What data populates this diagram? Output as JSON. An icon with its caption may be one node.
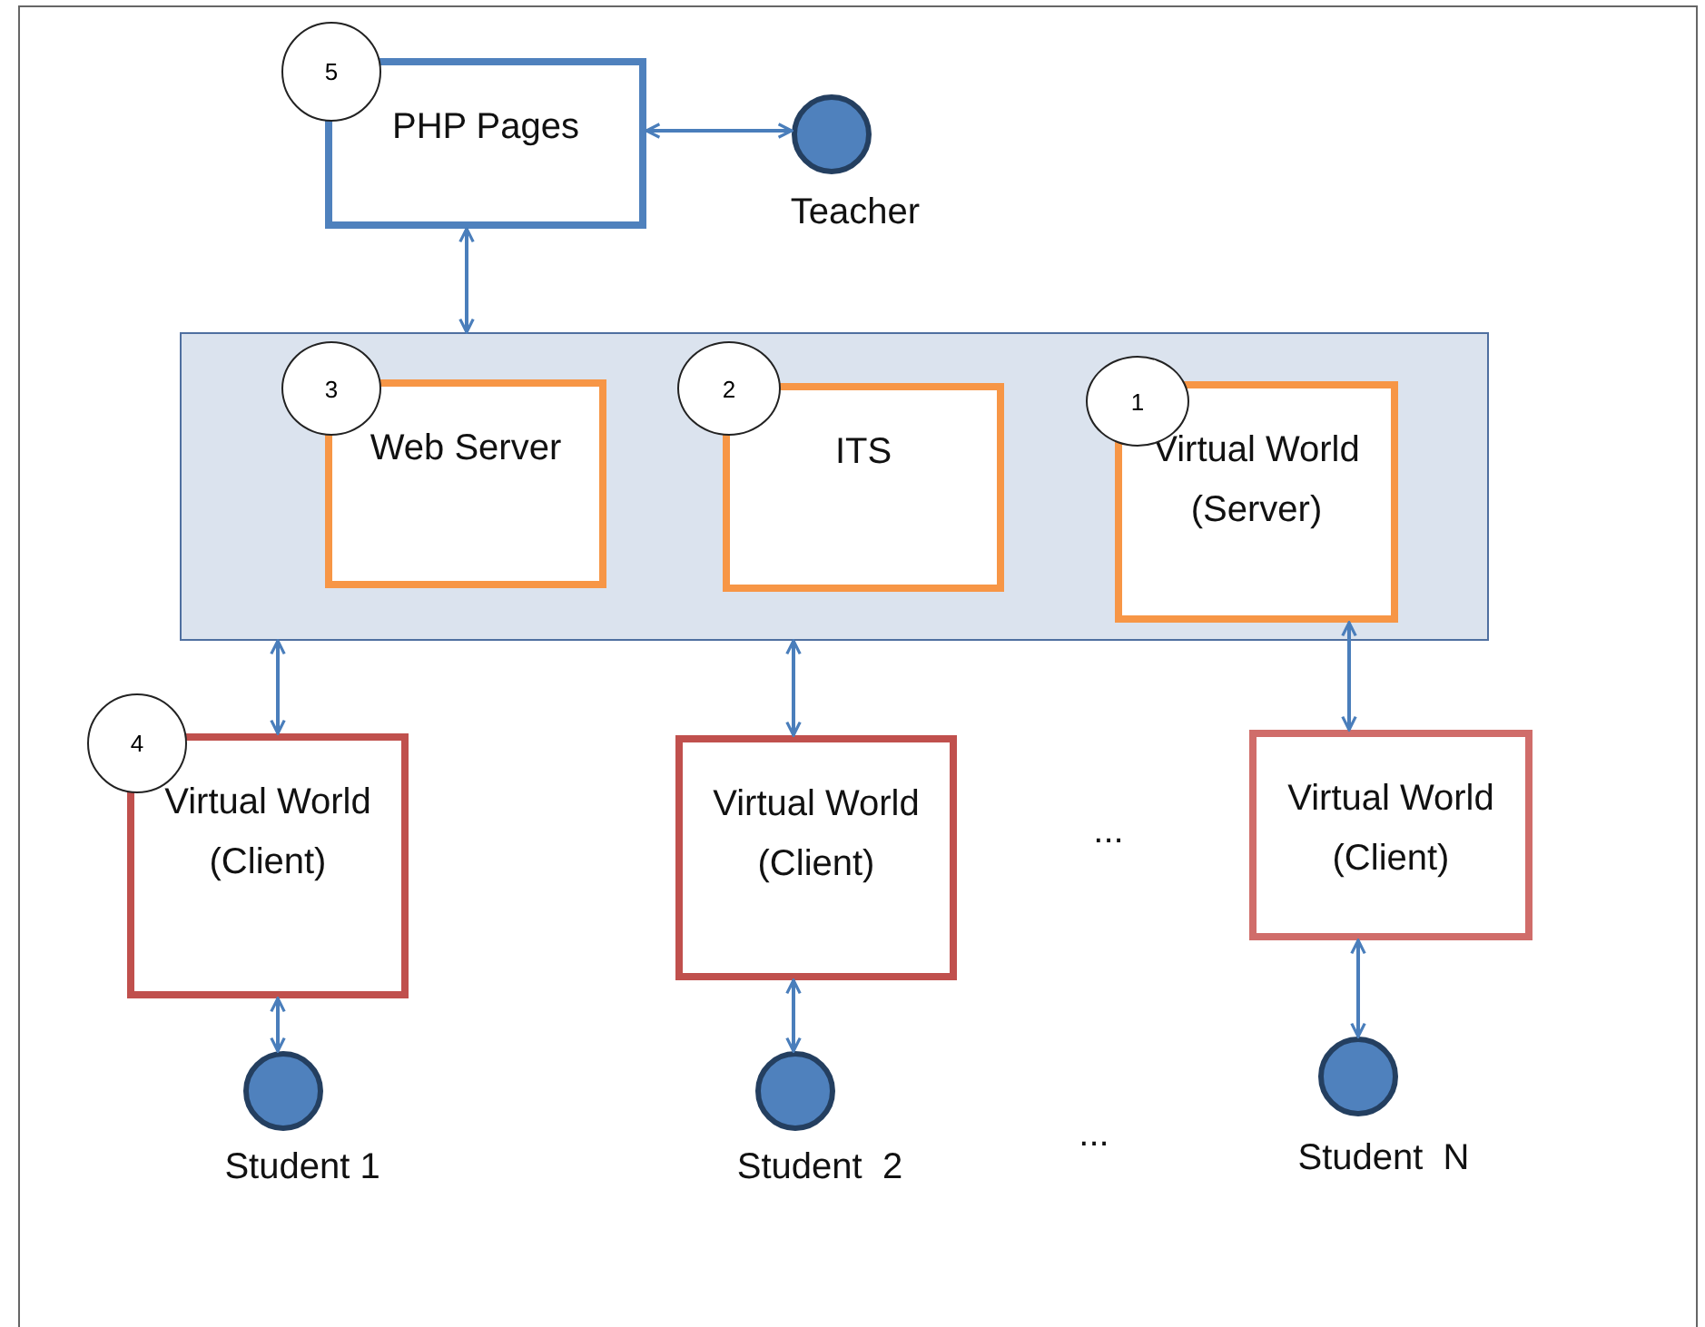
{
  "diagram": {
    "nodes": [
      {
        "text": [
          "5"
        ]
      },
      {
        "text": [
          "PHP Pages"
        ]
      },
      {
        "text": [],
        "shape": "circle",
        "beside": [
          "Teacher"
        ]
      },
      {
        "text": [],
        "shape": "box"
      },
      {
        "text": [
          "3"
        ],
        "in": 3
      },
      {
        "text": [
          "Web Server"
        ],
        "in": 3
      },
      {
        "text": [
          "2"
        ],
        "in": 3
      },
      {
        "text": [
          "ITS"
        ],
        "in": 3
      },
      {
        "text": [
          "1"
        ],
        "in": 3
      },
      {
        "text": [
          "Virtual World (Server)"
        ],
        "in": 3
      },
      {
        "text": [
          "4"
        ]
      },
      {
        "text": [
          "Virtual World (Client)"
        ]
      },
      {
        "text": [
          "Virtual World (Client)"
        ]
      },
      {
        "text": [
          "Virtual World (Client)"
        ]
      },
      {
        "text": [],
        "shape": "circle",
        "beside": [
          "Student 1"
        ]
      },
      {
        "text": [],
        "shape": "circle",
        "beside": [
          "Student  2"
        ]
      },
      {
        "text": [],
        "shape": "circle",
        "beside": [
          "Student  N"
        ]
      }
    ],
    "edges": [
      {
        "from": 1,
        "to": 2,
        "arrow": "both"
      },
      {
        "from": 1,
        "to": 3,
        "arrow": "both"
      },
      {
        "from": 3,
        "to": 11,
        "arrow": "both"
      },
      {
        "from": 3,
        "to": 12,
        "arrow": "both"
      },
      {
        "from": 9,
        "to": 13,
        "arrow": "both"
      },
      {
        "from": 11,
        "to": 14,
        "arrow": "both"
      },
      {
        "from": 12,
        "to": 15,
        "arrow": "both"
      },
      {
        "from": 13,
        "to": 16,
        "arrow": "both"
      }
    ],
    "labels": [
      "...",
      "..."
    ]
  }
}
